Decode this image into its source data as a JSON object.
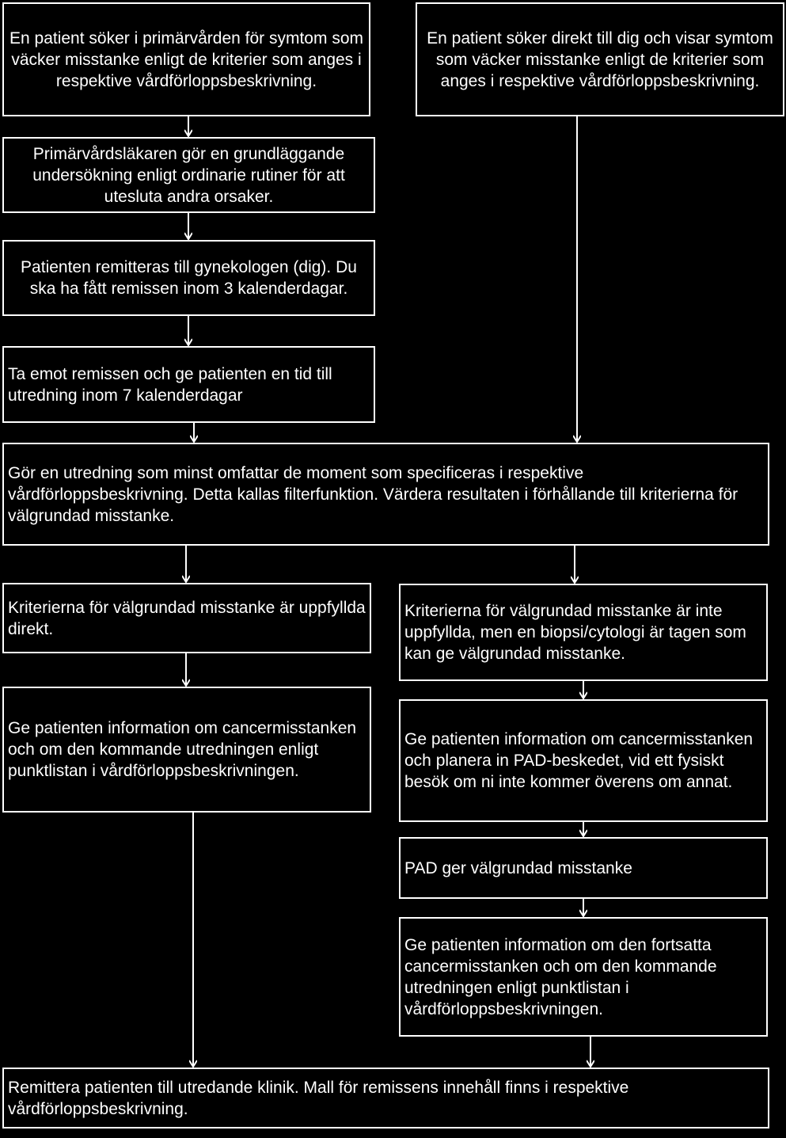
{
  "colors": {
    "background": "#000000",
    "foreground": "#ffffff"
  },
  "nodes": {
    "start_primary": "En patient söker i primärvården för symtom som väcker misstanke enligt de kriterier som anges i respektive vårdförloppsbeskrivning.",
    "start_direct": "En patient söker direkt till dig och visar symtom som väcker misstanke enligt de kriterier som anges i respektive vårdförloppsbeskrivning.",
    "primary_exam": "Primärvårdsläkaren gör en grundläggande undersökning enligt ordinarie rutiner för att utesluta andra orsaker.",
    "referral": "Patienten remitteras till gynekologen (dig). Du ska ha fått remissen inom 3 kalenderdagar.",
    "receive_referral": "Ta emot remissen och ge patienten en tid till utredning inom 7 kalenderdagar",
    "investigation": "Gör en utredning som minst omfattar de moment som specificeras i respektive vårdförloppsbeskrivning. Detta kallas filterfunktion. Värdera resultaten i förhållande till kriterierna för välgrundad misstanke.",
    "criteria_met": "Kriterierna för välgrundad misstanke är uppfyllda direkt.",
    "criteria_not_met": "Kriterierna för välgrundad misstanke är inte uppfyllda, men en biopsi/cytologi är tagen som kan ge välgrundad misstanke.",
    "inform_met": "Ge patienten information om cancermisstanken och om den kommande utredningen enligt punktlistan i vårdförloppsbeskrivningen.",
    "inform_plan_pad": "Ge patienten information om cancermisstanken och planera in PAD-beskedet, vid ett fysiskt besök om ni inte kommer överens om annat.",
    "pad_result": "PAD ger välgrundad misstanke",
    "inform_continued": "Ge patienten information om den fortsatta cancermisstanken och om den kommande utredningen enligt punktlistan i vårdförloppsbeskrivningen.",
    "refer_clinic": "Remittera patienten till utredande klinik. Mall för remissens innehåll finns i respektive vårdförloppsbeskrivning."
  }
}
